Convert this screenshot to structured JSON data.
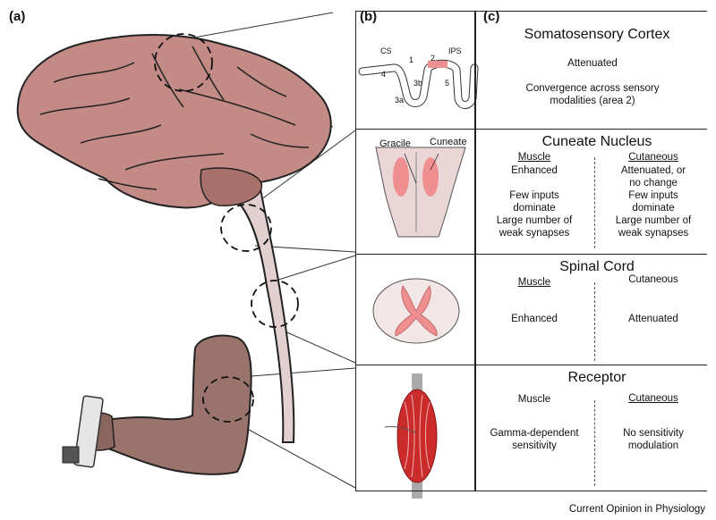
{
  "panels": {
    "a": "(a)",
    "b": "(b)",
    "c": "(c)"
  },
  "cortex_labels": {
    "cs": "CS",
    "ips": "IPS",
    "a1": "1",
    "a2": "2",
    "a3b": "3b",
    "a3a": "3a",
    "a4": "4",
    "a5": "5"
  },
  "nucleus_labels": {
    "gracile": "Gracile",
    "cuneate": "Cuneate"
  },
  "table": {
    "cortex": {
      "title": "Somatosensory Cortex",
      "line1": "Attenuated",
      "line2a": "Convergence across sensory",
      "line2b": "modalities (area 2)"
    },
    "cuneate": {
      "title": "Cuneate Nucleus",
      "muscle_head": "Muscle",
      "cutaneous_head": "Cutaneous",
      "muscle_lines": [
        "Enhanced",
        "",
        "Few inputs",
        "dominate",
        "Large number of",
        "weak synapses"
      ],
      "cutaneous_lines": [
        "Attenuated, or",
        "no change",
        "Few inputs",
        "dominate",
        "Large number of",
        "weak synapses"
      ]
    },
    "spinal": {
      "title": "Spinal Cord",
      "muscle_head": "Muscle",
      "cutaneous_head": "Cutaneous",
      "muscle_value": "Enhanced",
      "cutaneous_value": "Attenuated"
    },
    "receptor": {
      "title": "Receptor",
      "muscle_head": "Muscle",
      "cutaneous_head": "Cutaneous",
      "muscle_lines": [
        "Gamma-dependent",
        "sensitivity"
      ],
      "cutaneous_lines": [
        "No sensitivity",
        "modulation"
      ]
    }
  },
  "footer": "Current Opinion in Physiology",
  "colors": {
    "brain": "#c48b86",
    "arm": "#9a746c",
    "cord": "#e2cfcf",
    "muscle": "#cc2b2b",
    "highlight": "#ef8f8f"
  }
}
